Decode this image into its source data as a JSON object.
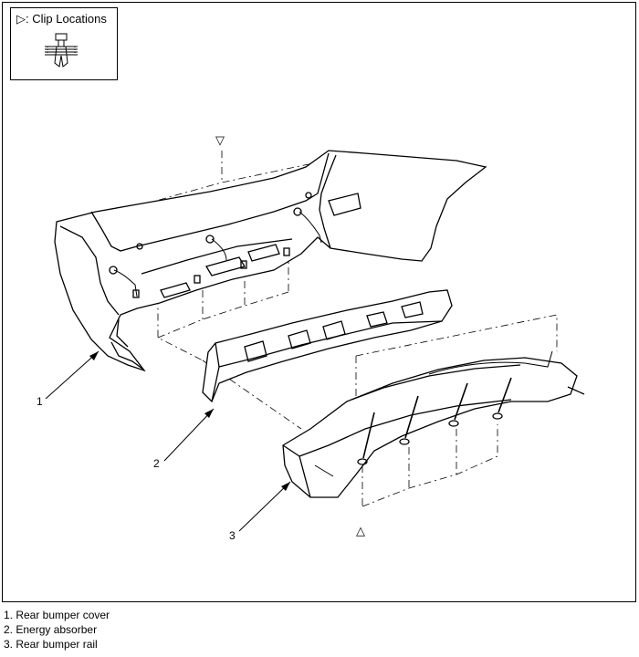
{
  "legend": {
    "symbol": "▷",
    "label": ": Clip Locations",
    "icon": "clip-icon"
  },
  "markers": {
    "top": "▽",
    "bottom": "△"
  },
  "callouts": [
    "1",
    "2",
    "3"
  ],
  "parts": [
    "1. Rear bumper cover",
    "2. Energy absorber",
    "3. Rear bumper rail"
  ]
}
